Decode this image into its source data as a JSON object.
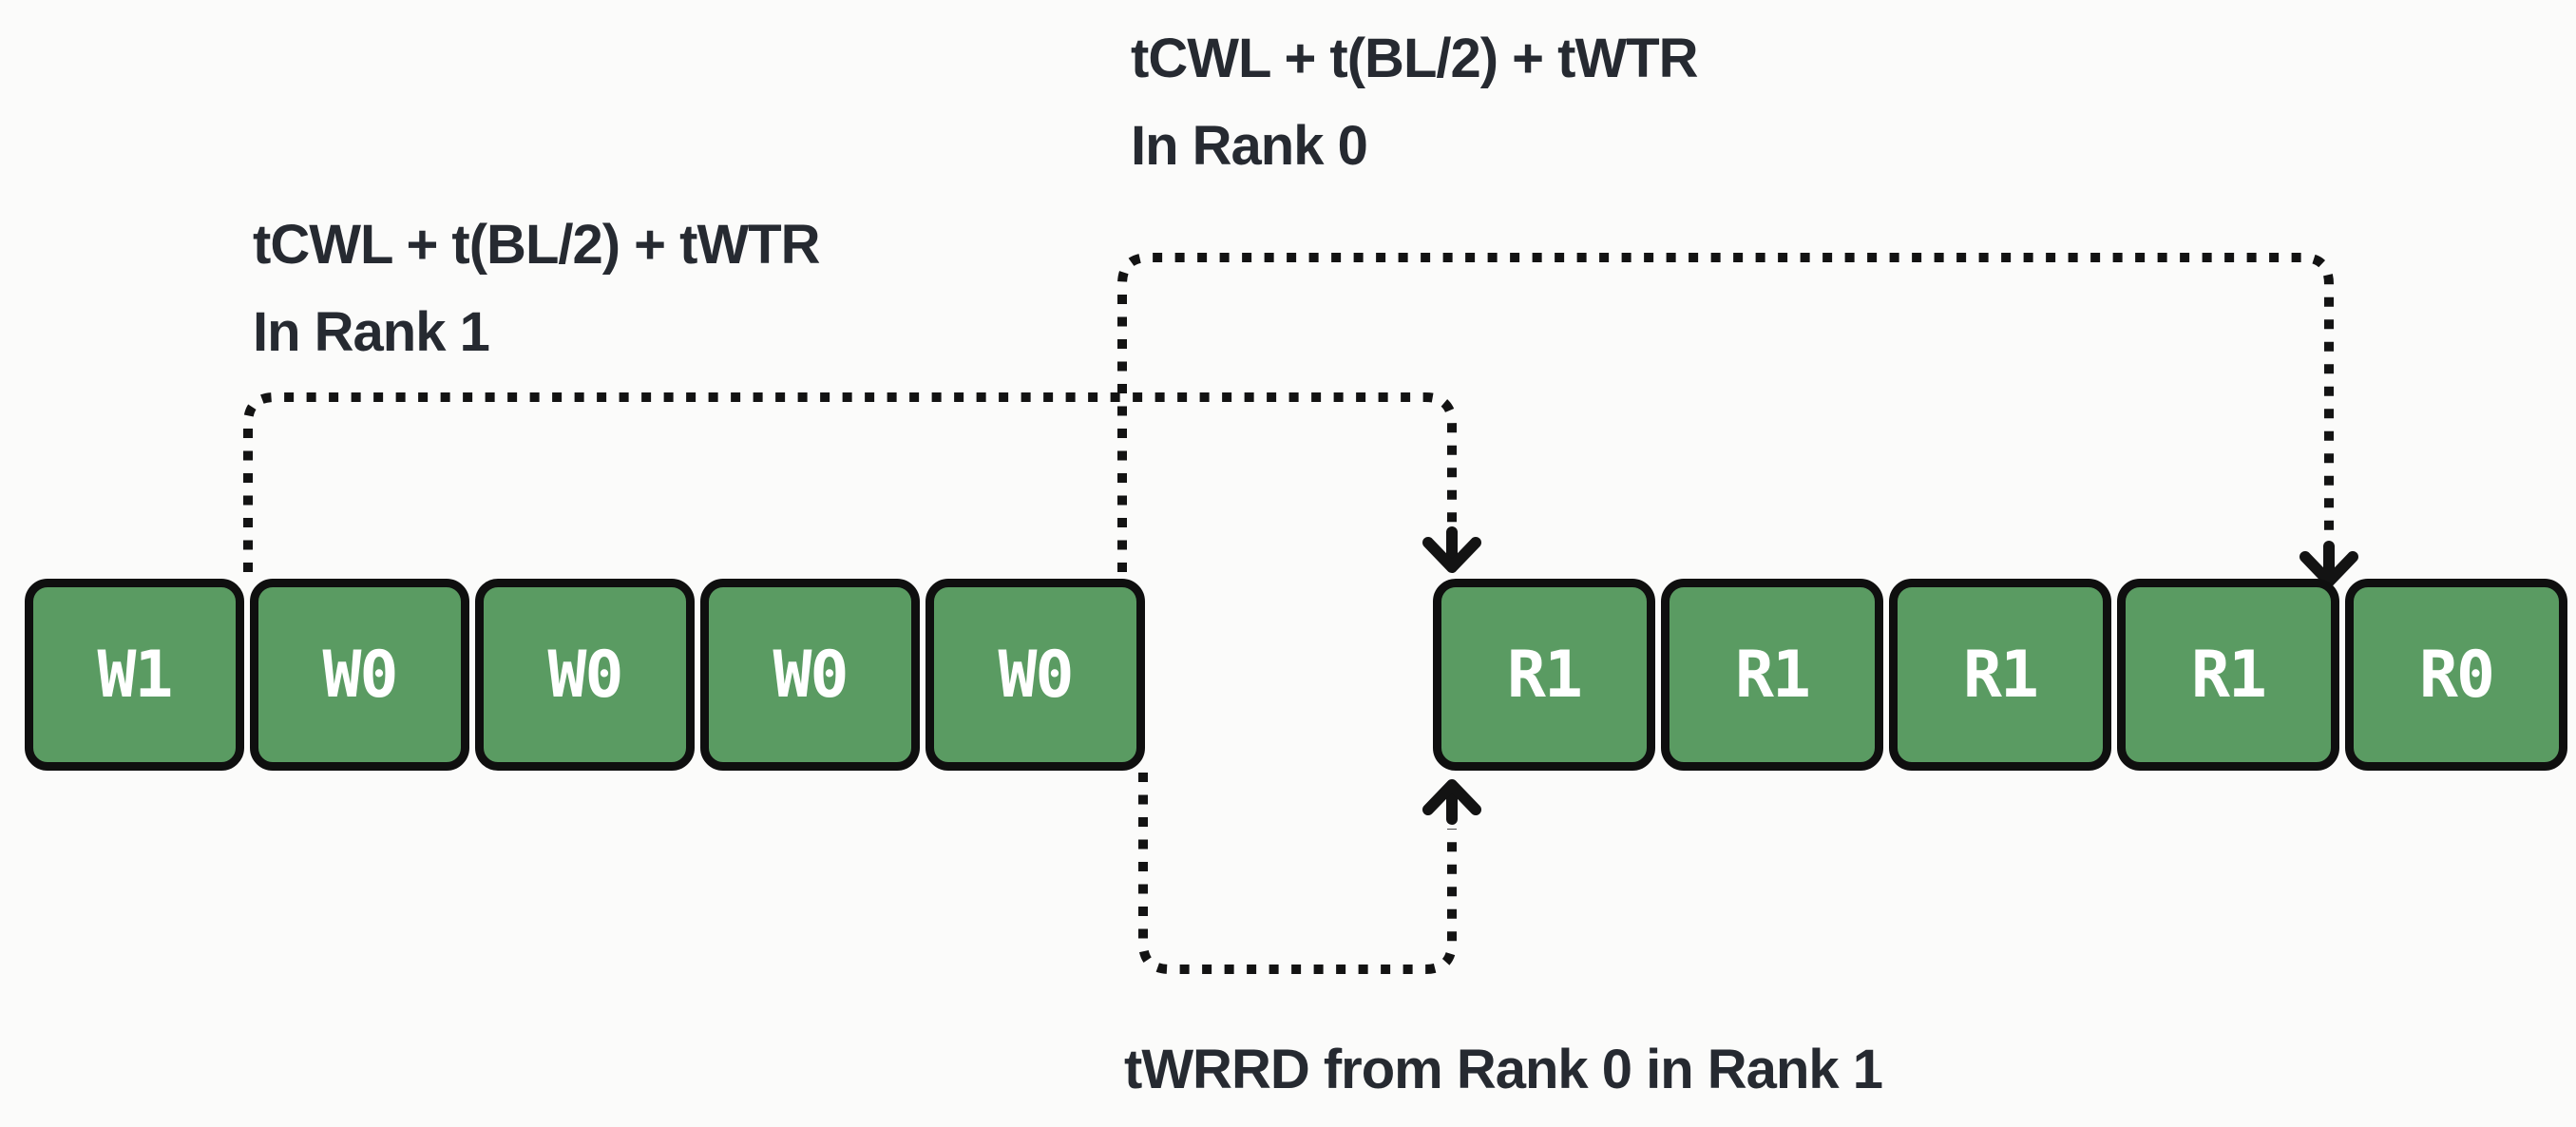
{
  "diagram": {
    "colors": {
      "background": "#fbfbfa",
      "boxFill": "#5a9b62",
      "boxBorder": "#0f0f0f",
      "boxText": "#ffffff",
      "labelText": "#262a31",
      "arrow": "#131313"
    },
    "left_group": [
      "W1",
      "W0",
      "W0",
      "W0",
      "W0"
    ],
    "right_group": [
      "R1",
      "R1",
      "R1",
      "R1",
      "R0"
    ],
    "labels": {
      "rank0_line1": "tCWL + t(BL/2) + tWTR",
      "rank0_line2": "In Rank 0",
      "rank1_line1": "tCWL + t(BL/2) + tWTR",
      "rank1_line2": "In Rank 1",
      "twrrd": "tWRRD from Rank 0 in Rank 1"
    }
  }
}
